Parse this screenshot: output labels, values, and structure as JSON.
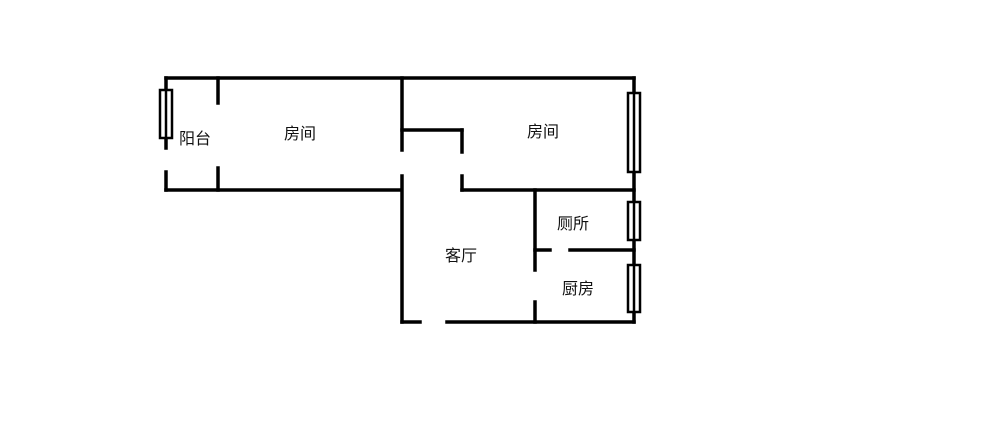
{
  "rooms": {
    "balcony": "阳台",
    "bedroom_left": "房间",
    "bedroom_right": "房间",
    "toilet": "厕所",
    "living_room": "客厅",
    "kitchen": "厨房"
  },
  "colors": {
    "wall": "#000000",
    "background": "#ffffff"
  }
}
